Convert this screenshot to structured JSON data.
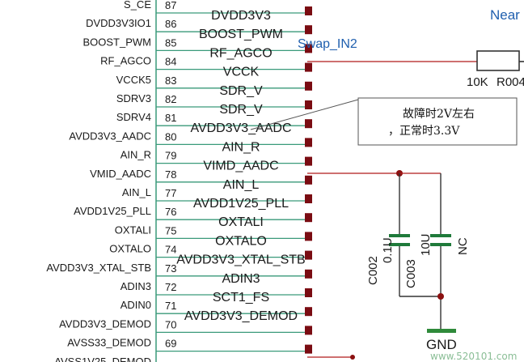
{
  "pins": [
    {
      "net": "S_CE",
      "num": "87",
      "name": "DVDD3V3"
    },
    {
      "net": "DVDD3V3IO1",
      "num": "86",
      "name": "BOOST_PWM"
    },
    {
      "net": "BOOST_PWM",
      "num": "85",
      "name": "RF_AGCO"
    },
    {
      "net": "RF_AGCO",
      "num": "84",
      "name": "VCCK"
    },
    {
      "net": "VCCK5",
      "num": "83",
      "name": "SDR_V"
    },
    {
      "net": "SDRV3",
      "num": "82",
      "name": "SDR_V"
    },
    {
      "net": "SDRV4",
      "num": "81",
      "name": "AVDD3V3_AADC"
    },
    {
      "net": "AVDD3V3_AADC",
      "num": "80",
      "name": "AIN_R"
    },
    {
      "net": "AIN_R",
      "num": "79",
      "name": "VIMD_AADC"
    },
    {
      "net": "VMID_AADC",
      "num": "78",
      "name": "AIN_L"
    },
    {
      "net": "AIN_L",
      "num": "77",
      "name": "AVDD1V25_PLL"
    },
    {
      "net": "AVDD1V25_PLL",
      "num": "76",
      "name": "OXTALI"
    },
    {
      "net": "OXTALI",
      "num": "75",
      "name": "OXTALO"
    },
    {
      "net": "OXTALO",
      "num": "74",
      "name": "AVDD3V3_XTAL_STB"
    },
    {
      "net": "AVDD3V3_XTAL_STB",
      "num": "73",
      "name": "ADIN3"
    },
    {
      "net": "ADIN3",
      "num": "72",
      "name": "SCT1_FS"
    },
    {
      "net": "ADIN0",
      "num": "71",
      "name": "AVDD3V3_DEMOD"
    },
    {
      "net": "AVDD3V3_DEMOD",
      "num": "70",
      "name": ""
    },
    {
      "net": "AVSS33_DEMOD",
      "num": "69",
      "name": ""
    },
    {
      "net": "AVSS1V25_DEMOD",
      "num": "",
      "name": ""
    }
  ],
  "labels": {
    "near": "Near",
    "swap": "Swap_IN2",
    "resistor_value": "10K",
    "resistor_ref": "R004",
    "cap1_ref": "C002",
    "cap1_value": "0.1U",
    "cap2_ref": "C003",
    "cap2_value": "10U",
    "cap3_value": "NC",
    "gnd": "GND"
  },
  "annotation": {
    "line1": "故障时2V左右",
    "line2": "，正常时3.3V"
  },
  "watermark": "www.520101.com",
  "colors": {
    "line": "#3a9a7a",
    "pad": "#7a0c12",
    "text_blue": "#1f5fae",
    "gnd_bar": "#2f8a3a"
  }
}
